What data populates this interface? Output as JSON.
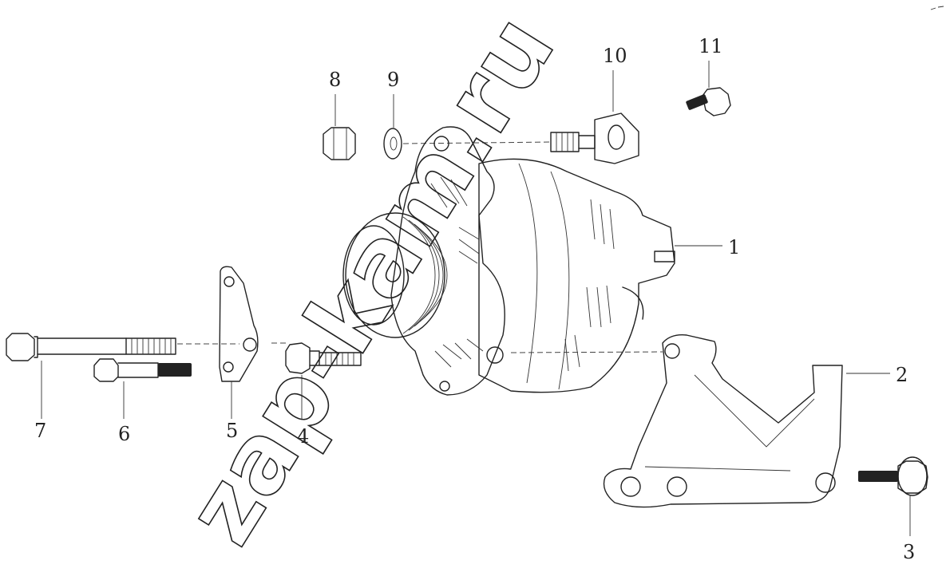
{
  "diagram": {
    "parts": [
      {
        "id": "1",
        "name": "alternator"
      },
      {
        "id": "2",
        "name": "bracket"
      },
      {
        "id": "3",
        "name": "bolt"
      },
      {
        "id": "4",
        "name": "bolt"
      },
      {
        "id": "5",
        "name": "plate"
      },
      {
        "id": "6",
        "name": "bolt"
      },
      {
        "id": "7",
        "name": "bolt"
      },
      {
        "id": "8",
        "name": "nut"
      },
      {
        "id": "9",
        "name": "washer"
      },
      {
        "id": "10",
        "name": "adjusting arm"
      },
      {
        "id": "11",
        "name": "bolt"
      }
    ],
    "callouts": {
      "c1": "1",
      "c2": "2",
      "c3": "3",
      "c4": "4",
      "c5": "5",
      "c6": "6",
      "c7": "7",
      "c8": "8",
      "c9": "9",
      "c10": "10",
      "c11": "11"
    },
    "watermark": "zap-kam.ru"
  }
}
